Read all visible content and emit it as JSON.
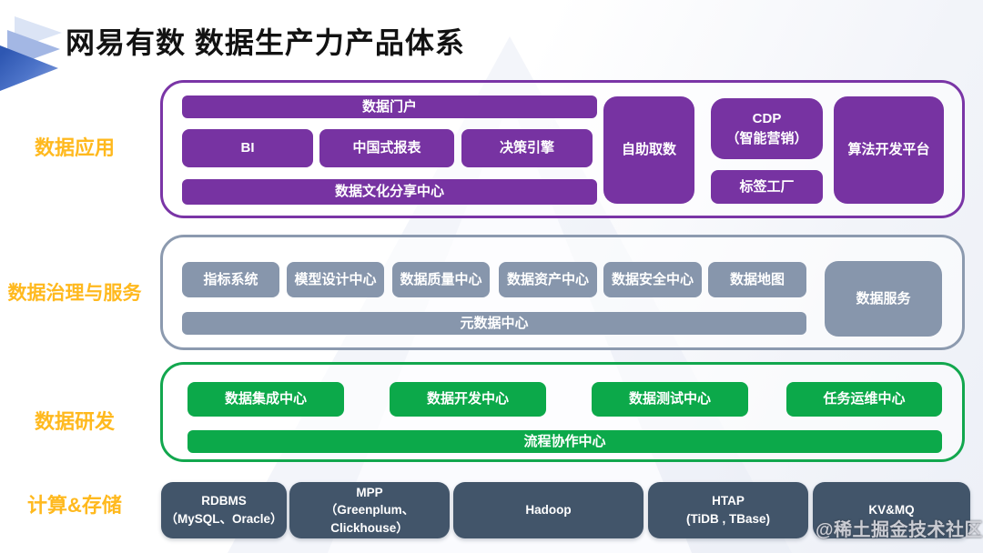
{
  "title": "网易有数 数据生产力产品体系",
  "watermark": "@稀土掘金技术社区",
  "colors": {
    "purple": "#7733A2",
    "purple_frame": "#7A35A6",
    "slate": "#8796AC",
    "slate_frame": "#8C9AAF",
    "green": "#0CA94A",
    "green_frame": "#12A74E",
    "dark_navy": "#42556A",
    "label_orange": "#FFB91E",
    "logo_blue": "#3A63BC"
  },
  "layers": {
    "app": {
      "label": "数据应用",
      "boxes": {
        "portal": "数据门户",
        "bi": "BI",
        "report": "中国式报表",
        "decision": "决策引擎",
        "culture": "数据文化分享中心",
        "selfservice": "自助取数",
        "cdp": "CDP\n（智能营销）",
        "tag": "标签工厂",
        "algo": "算法开发平台"
      }
    },
    "governance": {
      "label": "数据治理与服务",
      "boxes": {
        "indicator": "指标系统",
        "model": "模型设计中心",
        "quality": "数据质量中心",
        "asset": "数据资产中心",
        "security": "数据安全中心",
        "map": "数据地图",
        "metadata": "元数据中心",
        "service": "数据服务"
      }
    },
    "dev": {
      "label": "数据研发",
      "boxes": {
        "integration": "数据集成中心",
        "development": "数据开发中心",
        "testing": "数据测试中心",
        "ops": "任务运维中心",
        "workflow": "流程协作中心"
      }
    },
    "infra": {
      "label": "计算&存储",
      "boxes": {
        "rdbms": "RDBMS\n（MySQL、Oracle）",
        "mpp": "MPP\n（Greenplum、Clickhouse）",
        "hadoop": "Hadoop",
        "htap": "HTAP\n(TiDB , TBase)",
        "kvmq": "KV&MQ"
      }
    }
  }
}
